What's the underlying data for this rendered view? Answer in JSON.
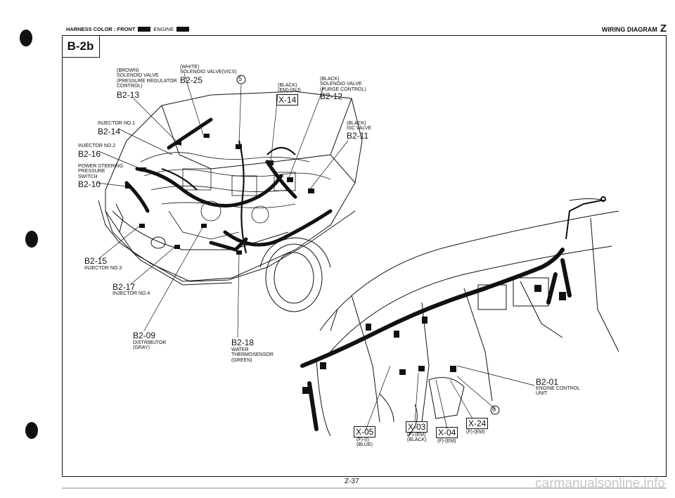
{
  "header": {
    "left": "HARNESS COLOR : FRONT",
    "engine": "ENGINE",
    "right": "WIRING DIAGRAM",
    "right_letter": "Z"
  },
  "section": "B-2b",
  "labels": {
    "b2_13_desc": "(BROWN)\nSOLENOID VALVE\n(PRESSURE REGULATOR\nCONTROL)",
    "b2_13": "B2-13",
    "b2_25_desc": "(WHITE)\nSOLENOID VALVE(VICS)",
    "b2_25": "B2-25",
    "circle_5": "5",
    "x14_desc": "(BLACK)\n(EM)-(INJ)",
    "x14": "X-14",
    "b2_12_desc": "(BLACK)\nSOLENOID VALVE\n(PURGE CONTROL)",
    "b2_12": "B2-12",
    "b2_11_desc": "(BLACK)\nISC VALVE",
    "b2_11": "B2-11",
    "b2_14_desc": "INJECTOR NO.1",
    "b2_14": "B2-14",
    "b2_16_desc": "INJECTOR NO.2",
    "b2_16": "B2-16",
    "b2_10_desc": "POWER STEERING\nPRESSURE\nSWITCH",
    "b2_10": "B2-10",
    "b2_15": "B2-15",
    "b2_15_desc": "INJECTOR NO.3",
    "b2_17": "B2-17",
    "b2_17_desc": "INJECTOR NO.4",
    "b2_09": "B2-09",
    "b2_09_desc": "DISTRIBUTOR\n(GRAY)",
    "b2_18": "B2-18",
    "b2_18_desc": "WATER\nTHERMOSENSOR\n(GREEN)",
    "b2_01": "B2-01",
    "b2_01_desc": "ENGINE CONTROL\nUNIT",
    "circle_6": "6",
    "x05": "X-05",
    "x05_desc": "(F)-(I)\n(BLUE)",
    "x03": "X-03",
    "x03_desc": "(F)-(EM)\n(BLACK)",
    "x04": "X-04",
    "x04_desc": "(F)-(EM)",
    "x24": "X-24",
    "x24_desc": "(F)-(EM)"
  },
  "footer": {
    "page": "Z-37",
    "watermark": "carmanualsonline.info"
  }
}
